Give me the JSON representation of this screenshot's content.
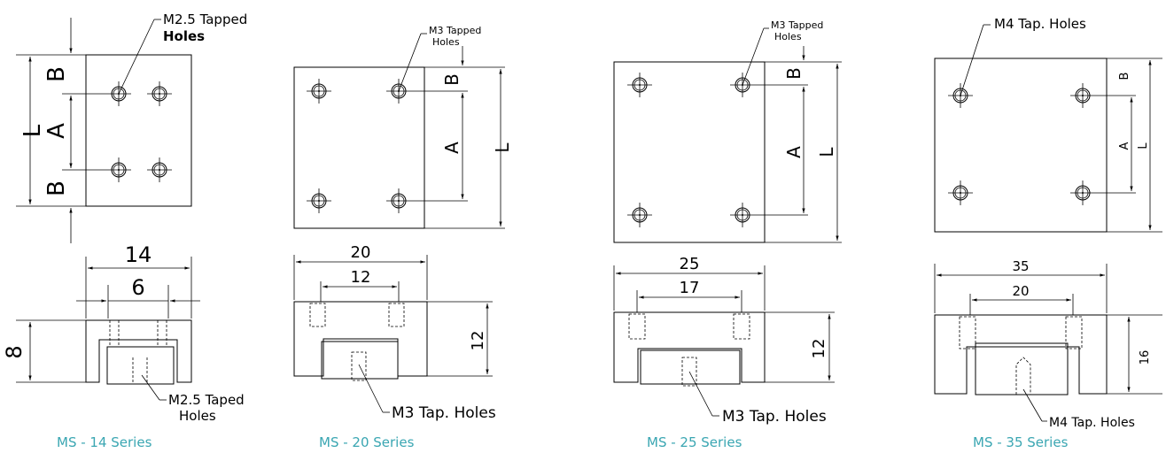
{
  "colors": {
    "line": "#000000",
    "caption": "#3aa6b2",
    "background": "#ffffff"
  },
  "series": [
    {
      "caption": "MS - 14 Series",
      "top_note_line1": "M2.5 Tapped",
      "top_note_line2": "Holes",
      "dim_L": "L",
      "dim_A": "A",
      "dim_B_top": "B",
      "dim_B_bottom": "B",
      "width_outer": "14",
      "width_inner": "6",
      "height": "8",
      "bottom_note_line1": "M2.5 Taped",
      "bottom_note_line2": "Holes"
    },
    {
      "caption": "MS - 20 Series",
      "top_note_line1": "M3 Tapped",
      "top_note_line2": "Holes",
      "dim_L": "L",
      "dim_A": "A",
      "dim_B_top": "B",
      "width_outer": "20",
      "width_inner": "12",
      "height": "12",
      "bottom_note": "M3 Tap. Holes"
    },
    {
      "caption": "MS - 25 Series",
      "top_note_line1": "M3 Tapped",
      "top_note_line2": "Holes",
      "dim_L": "L",
      "dim_A": "A",
      "dim_B_top": "B",
      "width_outer": "25",
      "width_inner": "17",
      "height": "12",
      "bottom_note": "M3 Tap. Holes"
    },
    {
      "caption": "MS - 35 Series",
      "top_note": "M4 Tap. Holes",
      "dim_L": "L",
      "dim_A": "A",
      "dim_B_top": "B",
      "width_outer": "35",
      "width_inner": "20",
      "height": "16",
      "bottom_note": "M4 Tap. Holes"
    }
  ]
}
